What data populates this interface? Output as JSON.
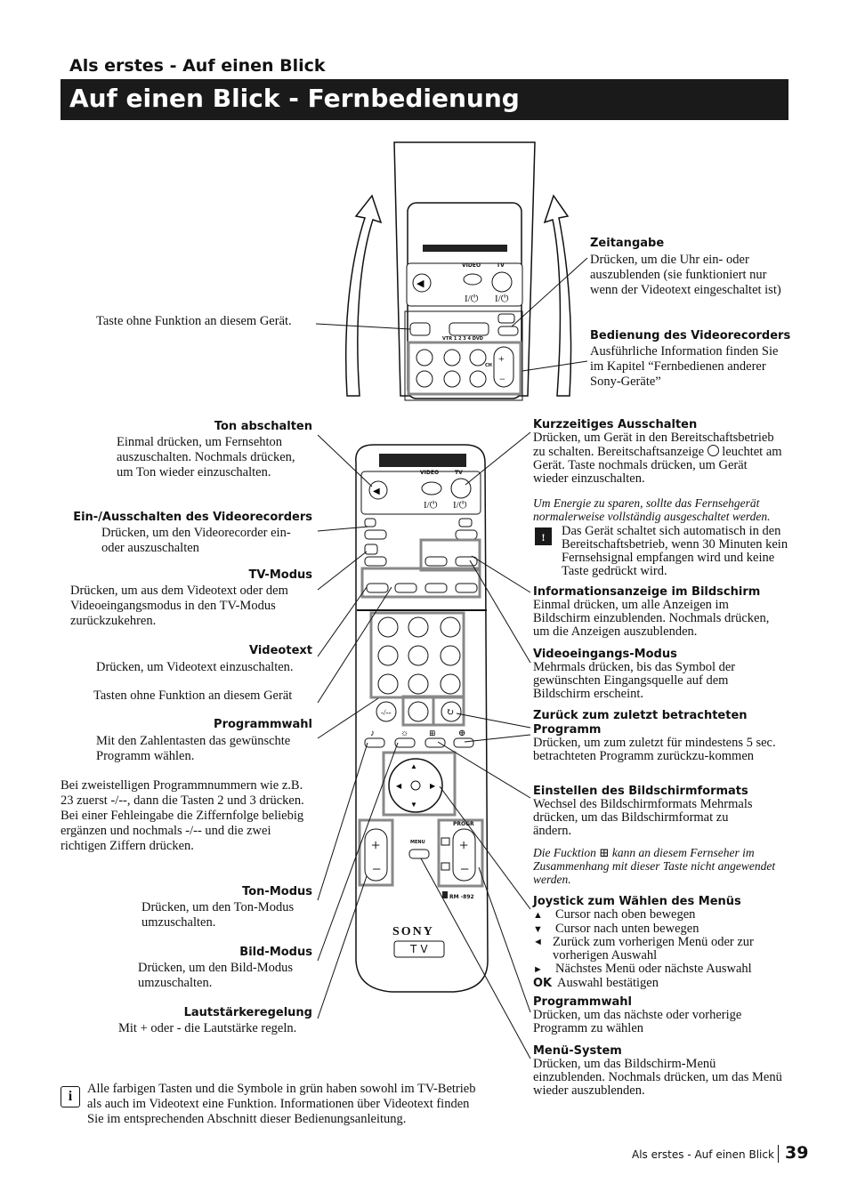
{
  "header": {
    "section": "Als erstes - Auf einen Blick",
    "title": "Auf einen Blick - Fernbedienung"
  },
  "remote": {
    "video_label": "VIDEO",
    "tv_label": "TV",
    "power_symbol": "I/⏻",
    "vtr_label": "VTR 1 2 3 4 DVD",
    "ch_label": "CH",
    "prog_label": "PROGR",
    "menu_label": "MENU",
    "model_label": "RM -892",
    "brand": "SONY",
    "tv_badge": "TV"
  },
  "top_annotations": {
    "no_function": "Taste ohne Funktion an diesem Gerät.",
    "zeitangabe": {
      "title": "Zeitangabe",
      "text": "Drücken, um die Uhr ein- oder auszublenden (sie funktioniert nur wenn der Videotext eingeschaltet ist)"
    },
    "videorecorder": {
      "title": "Bedienung des Videorecorders",
      "text": "Ausführliche Information finden Sie im Kapitel “Fernbedienen anderer Sony-Geräte”"
    }
  },
  "left": {
    "ton": {
      "title": "Ton abschalten",
      "text": "Einmal drücken, um Fernsehton auszuschalten. Nochmals drücken, um Ton wieder einzuschalten."
    },
    "vcr_power": {
      "title": "Ein-/Ausschalten des Videorecorders",
      "text": "Drücken, um den Videorecorder ein- oder auszuschalten"
    },
    "tv_mode": {
      "title": "TV-Modus",
      "text": "Drücken, um aus dem Videotext oder dem Videoeingangsmodus in den TV-Modus zurückzukehren."
    },
    "videotext": {
      "title": "Videotext",
      "text": "Drücken, um Videotext einzuschalten."
    },
    "no_function": "Tasten ohne Funktion an diesem Gerät",
    "programmwahl": {
      "title": "Programmwahl",
      "text": "Mit den Zahlentasten das gewünschte Programm wählen."
    },
    "two_digit": "Bei zweistelligen Programmnummern wie z.B. 23 zuerst -/--, dann die Tasten 2 und 3 drücken. Bei einer Fehleingabe die Ziffernfolge beliebig ergänzen und nochmals -/-- und die zwei richtigen Ziffern drücken.",
    "ton_modus": {
      "title": "Ton-Modus",
      "text": "Drücken, um den Ton-Modus umzuschalten."
    },
    "bild_modus": {
      "title": "Bild-Modus",
      "text": "Drücken, um den Bild-Modus umzuschalten."
    },
    "lautstaerke": {
      "title": "Lautstärkeregelung",
      "text": "Mit + oder - die Lautstärke regeln."
    }
  },
  "right": {
    "kurz": {
      "title": "Kurzzeitiges Ausschalten",
      "text1": "Drücken, um Gerät in den Bereitschaftsbetrieb zu schalten. Bereitschaftsanzeige",
      "text2": "leuchtet am Gerät. Taste nochmals drücken, um Gerät wieder einzuschalten.",
      "italic": "Um Energie zu sparen, sollte das Fernsehgerät normalerweise vollständig ausgeschaltet werden.",
      "warning": "Das Gerät schaltet sich automatisch in den Bereitschaftsbetrieb, wenn  30 Minuten kein Fernsehsignal empfangen wird und keine Taste gedrückt wird."
    },
    "info": {
      "title": "Informationsanzeige im Bildschirm",
      "text": "Einmal drücken, um alle Anzeigen im Bildschirm einzublenden. Nochmals drücken, um die Anzeigen auszublenden."
    },
    "videoeingang": {
      "title": "Videoeingangs-Modus",
      "text": "Mehrmals drücken, bis das Symbol der gewünschten Eingangsquelle auf dem Bildschirm erscheint."
    },
    "zurueck": {
      "title": "Zurück zum zuletzt betrachteten Programm",
      "text": "Drücken, um zum zuletzt für mindestens 5 sec. betrachteten Programm zurückzu-kommen"
    },
    "format": {
      "title": "Einstellen des Bildschirmformats",
      "text": "Wechsel des Bildschirmformats Mehrmals drücken, um das Bildschirmformat zu ändern."
    },
    "funktion_note1": "Die Fucktion",
    "funktion_note2": "kann an diesem Fernseher im Zusammenhang mit dieser Taste nicht angewendet werden.",
    "joystick": {
      "title": "Joystick zum Wählen des Menüs",
      "items": [
        {
          "sym": "▲",
          "text": "Cursor nach oben bewegen"
        },
        {
          "sym": "▼",
          "text": "Cursor nach unten bewegen"
        },
        {
          "sym": "◄",
          "text": "Zurück zum vorherigen Menü oder zur vorherigen Auswahl"
        },
        {
          "sym": "►",
          "text": "Nächstes Menü oder nächste Auswahl"
        },
        {
          "sym": "OK",
          "text": "Auswahl bestätigen"
        }
      ]
    },
    "programmwahl": {
      "title": "Programmwahl",
      "text": "Drücken, um das nächste oder vorherige Programm zu wählen"
    },
    "menu": {
      "title": "Menü-System",
      "text": "Drücken, um das Bildschirm-Menü einzublenden. Nochmals drücken, um das Menü wieder auszublenden."
    }
  },
  "footer_note": "Alle farbigen Tasten und die Symbole in grün haben sowohl im TV-Betrieb als auch im Videotext eine  Funktion. Informationen über Videotext finden Sie im entsprechenden Abschnitt dieser Bedienungsanleitung.",
  "footer": {
    "label": "Als erstes - Auf einen Blick",
    "page": "39"
  }
}
